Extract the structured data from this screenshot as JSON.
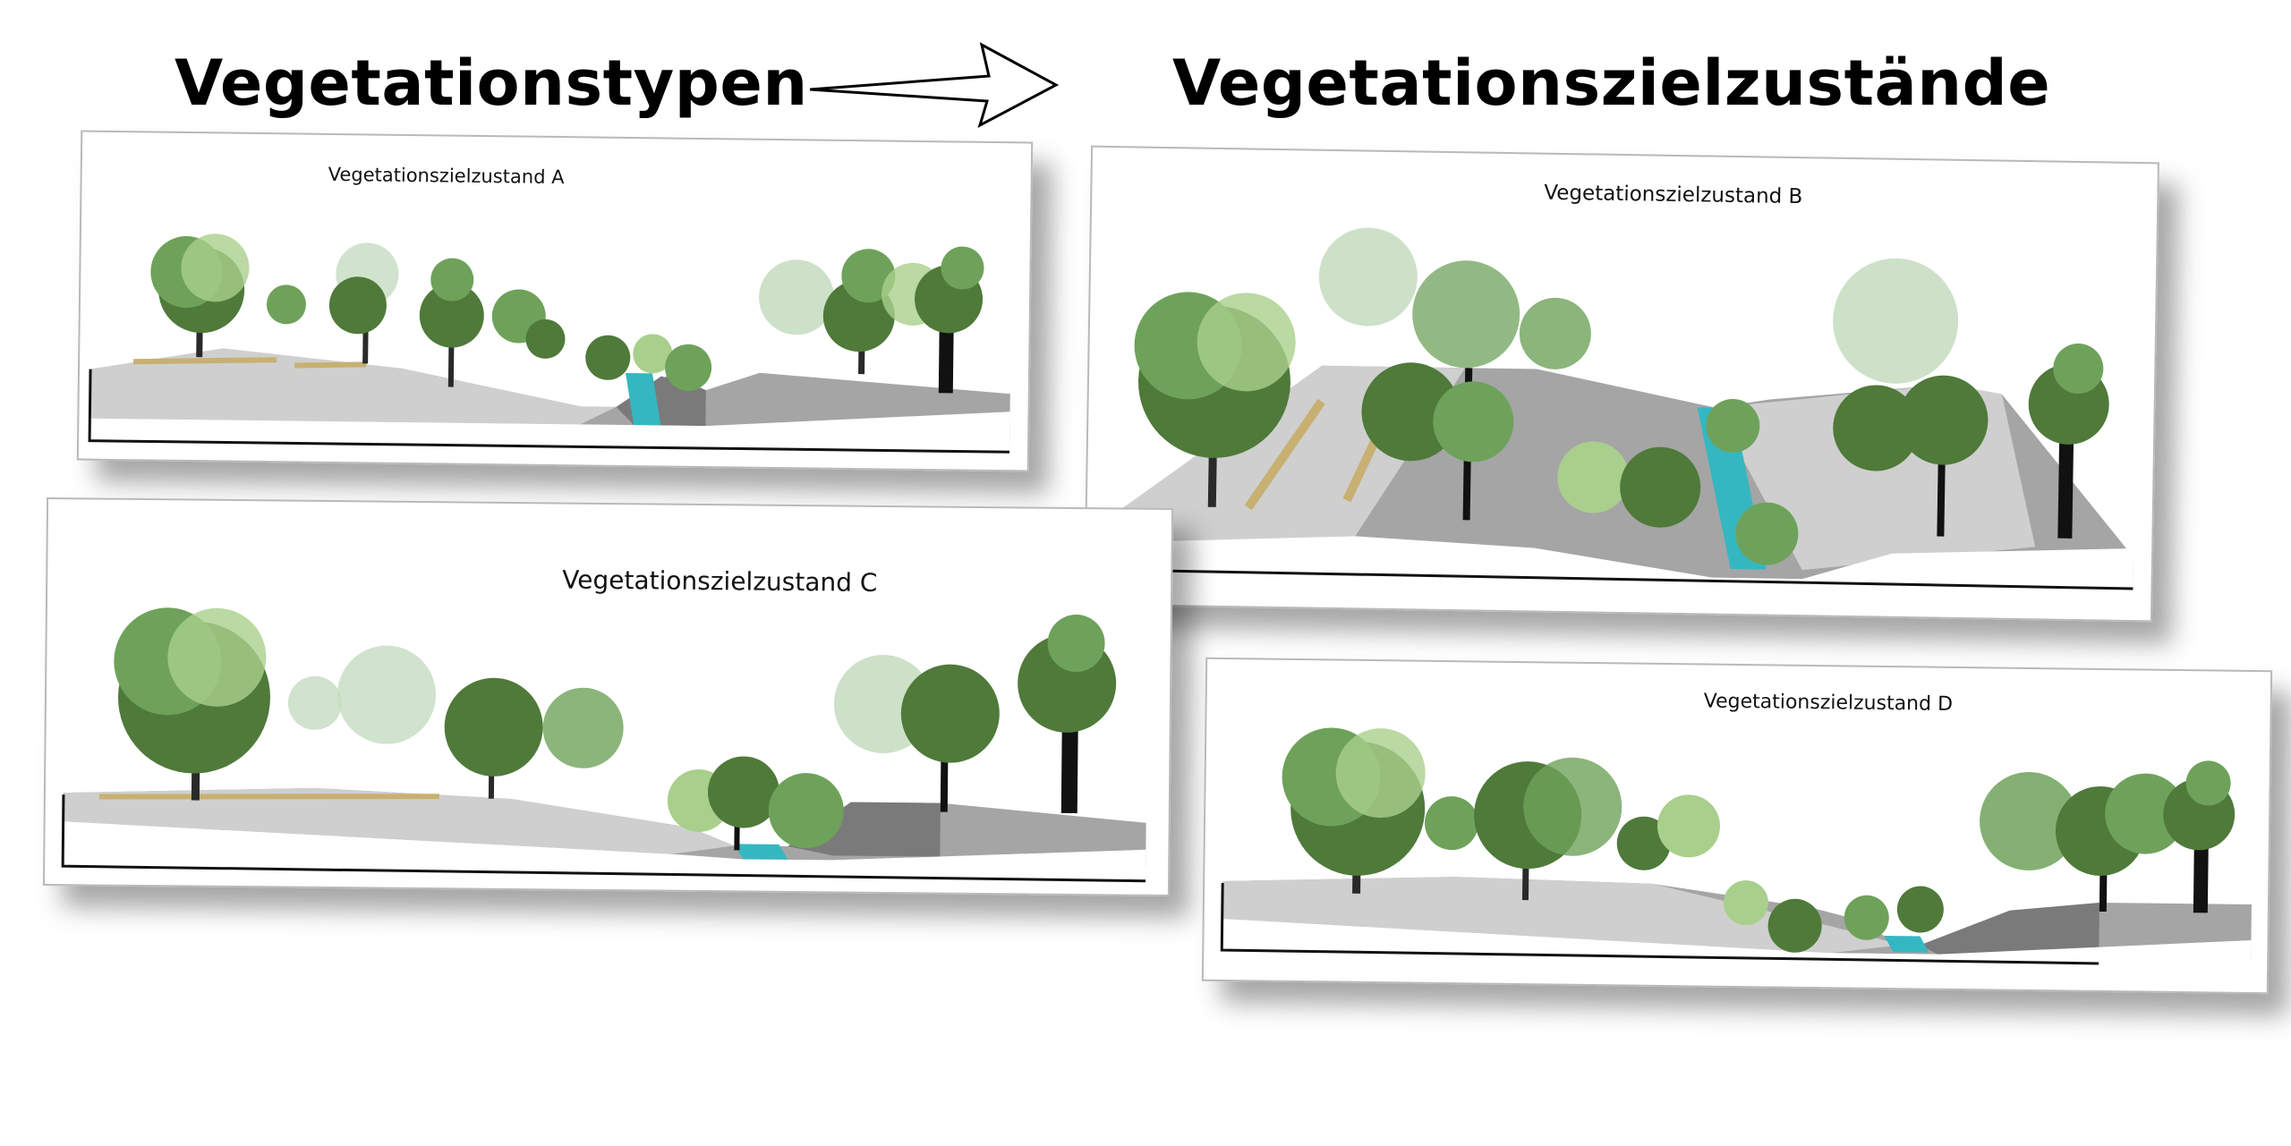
{
  "headings": {
    "left": "Vegetationstypen",
    "right": "Vegetationszielzustände"
  },
  "panels": {
    "a": {
      "label": "Vegetationszielzustand A"
    },
    "b": {
      "label": "Vegetationszielzustand B"
    },
    "c": {
      "label": "Vegetationszielzustand C"
    },
    "d": {
      "label": "Vegetationszielzustand D"
    }
  },
  "colors": {
    "foliage_dark": "#4f7a3a",
    "foliage_mid": "#6ea25a",
    "foliage_light": "#a9cf8c",
    "foliage_faded": "#c4dcc0",
    "trunk": "#2a2a2a",
    "ground_light": "#cfcfcf",
    "ground_mid": "#a5a5a5",
    "ground_dark": "#7a7a7a",
    "path": "#c8b072",
    "water": "#35b7c1"
  },
  "icons": {
    "arrow": "arrow-right-outline-icon"
  }
}
